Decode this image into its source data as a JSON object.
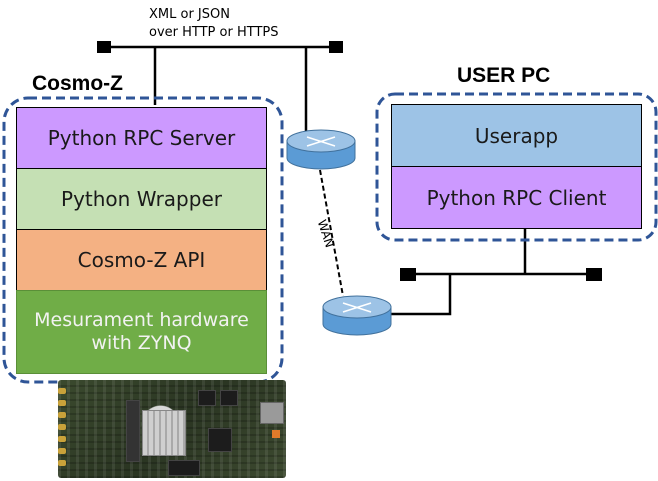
{
  "diagram": {
    "protocol_note": {
      "line1": "XML or JSON",
      "line2": "over HTTP or HTTPS"
    },
    "cosmo_z": {
      "title": "Cosmo-Z",
      "layers": [
        {
          "label": "Python RPC Server",
          "color": "#cc99ff"
        },
        {
          "label": "Python Wrapper",
          "color": "#c5e0b4"
        },
        {
          "label": "Cosmo-Z API",
          "color": "#f4b183"
        },
        {
          "label": "Mesurament hardware\nwith ZYNQ",
          "line1": "Mesurament hardware",
          "line2": "with ZYNQ",
          "color": "#70ad47"
        }
      ],
      "board_image": "zynq-measurement-board-photo"
    },
    "user_pc": {
      "title": "USER PC",
      "layers": [
        {
          "label": "Userapp",
          "color": "#9dc3e6"
        },
        {
          "label": "Python RPC Client",
          "color": "#cc99ff"
        }
      ]
    },
    "network": {
      "wan_label": "WAN",
      "router_color": "#5b9bd5",
      "router_top_color": "#9dc3e6",
      "group_border_color": "#2f5597",
      "line_color": "#000000"
    }
  }
}
